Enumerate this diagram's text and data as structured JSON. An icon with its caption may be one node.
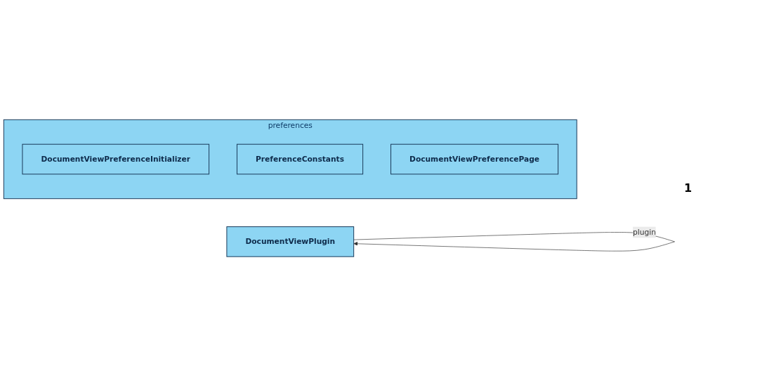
{
  "diagram": {
    "nodes": [
      {
        "text": [
          "preferences"
        ]
      },
      {
        "text": [
          "DocumentViewPreferenceInitializer"
        ],
        "in": 0
      },
      {
        "text": [
          "PreferenceConstants"
        ],
        "in": 0
      },
      {
        "text": [
          "DocumentViewPreferencePage"
        ],
        "in": 0
      },
      {
        "text": [
          "DocumentViewPlugin"
        ]
      }
    ],
    "edges": [
      {
        "from": 4,
        "to": 4,
        "arrow": "to",
        "label": "plugin"
      }
    ],
    "labels": [
      "1"
    ]
  }
}
